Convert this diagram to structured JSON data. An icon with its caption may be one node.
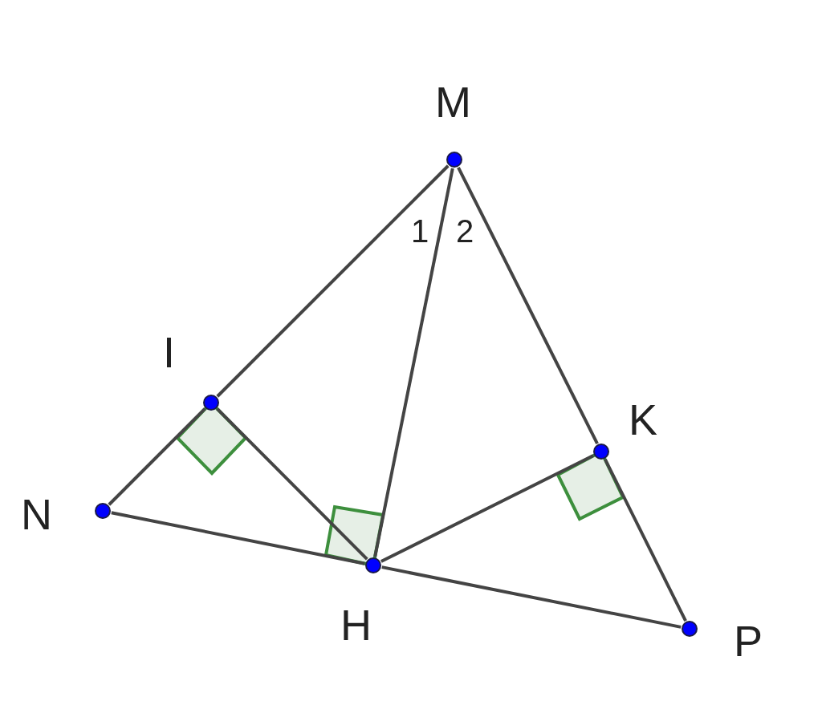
{
  "diagram": {
    "nodes": [
      {
        "text": [],
        "shape": "circle",
        "beside": [
          "M"
        ]
      },
      {
        "text": [],
        "shape": "circle",
        "beside": [
          "I"
        ]
      },
      {
        "text": [],
        "shape": "circle",
        "beside": [
          "K"
        ]
      },
      {
        "text": [],
        "shape": "circle",
        "beside": [
          "N"
        ]
      },
      {
        "text": [],
        "shape": "circle",
        "beside": [
          "H"
        ]
      },
      {
        "text": [],
        "shape": "circle",
        "beside": [
          "P"
        ]
      }
    ],
    "edges": [
      {
        "from": 0,
        "to": 1,
        "arrow": "none"
      },
      {
        "from": 1,
        "to": 3,
        "arrow": "none"
      },
      {
        "from": 0,
        "to": 2,
        "arrow": "none"
      },
      {
        "from": 2,
        "to": 5,
        "arrow": "none"
      },
      {
        "from": 0,
        "to": 4,
        "arrow": "none"
      },
      {
        "from": 3,
        "to": 4,
        "arrow": "none"
      },
      {
        "from": 4,
        "to": 5,
        "arrow": "none"
      },
      {
        "from": 1,
        "to": 4,
        "arrow": "none"
      },
      {
        "from": 2,
        "to": 4,
        "arrow": "none"
      }
    ],
    "labels": [
      "1",
      "2"
    ]
  }
}
